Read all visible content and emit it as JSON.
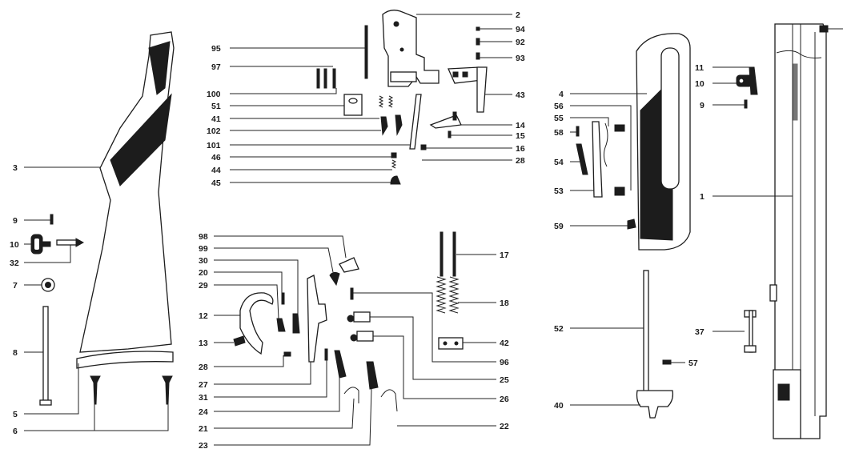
{
  "diagram": {
    "callouts": {
      "c2": "2",
      "c94": "94",
      "c92": "92",
      "c93": "93",
      "c43": "43",
      "c14": "14",
      "c15": "15",
      "c16": "16",
      "c28a": "28",
      "c95": "95",
      "c97": "97",
      "c100": "100",
      "c51": "51",
      "c41": "41",
      "c102": "102",
      "c101": "101",
      "c46": "46",
      "c44": "44",
      "c45": "45",
      "c3": "3",
      "c9a": "9",
      "c10a": "10",
      "c32": "32",
      "c7": "7",
      "c8": "8",
      "c5": "5",
      "c6": "6",
      "c98": "98",
      "c99": "99",
      "c30": "30",
      "c20": "20",
      "c29": "29",
      "c12": "12",
      "c13": "13",
      "c28b": "28",
      "c27": "27",
      "c31": "31",
      "c24": "24",
      "c21": "21",
      "c23": "23",
      "c17": "17",
      "c18": "18",
      "c42": "42",
      "c96": "96",
      "c25": "25",
      "c26": "26",
      "c22": "22",
      "c4": "4",
      "c56": "56",
      "c55": "55",
      "c58": "58",
      "c54": "54",
      "c53": "53",
      "c59": "59",
      "c52": "52",
      "c57": "57",
      "c40": "40",
      "c11": "11",
      "c10b": "10",
      "c9b": "9",
      "c1": "1",
      "c37": "37"
    }
  }
}
